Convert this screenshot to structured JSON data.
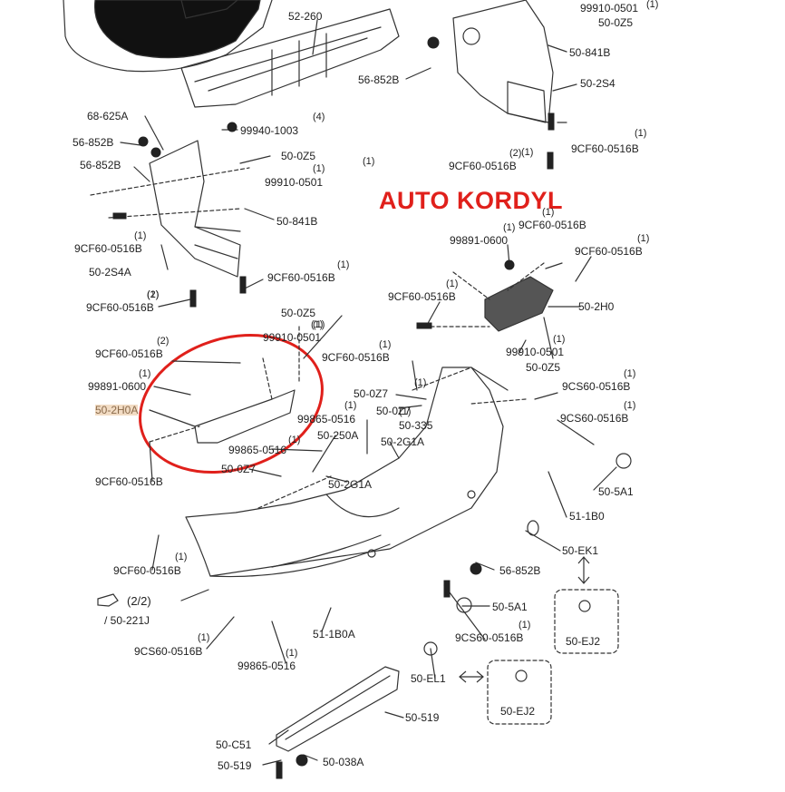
{
  "watermark": "AUTO KORDYL",
  "colors": {
    "line": "#333333",
    "highlight_circle": "#e0201b",
    "watermark": "#e0201b",
    "highlight_bg": "#f2dcc4"
  },
  "labels": [
    {
      "text": "52-260"
    },
    {
      "text": "99910-0501"
    },
    {
      "text": "50-0Z5"
    },
    {
      "text": "50-841B"
    },
    {
      "text": "56-852B"
    },
    {
      "text": "50-2S4"
    },
    {
      "text": "9CF60-0516B"
    },
    {
      "text": "9CF60-0516B"
    },
    {
      "text": "68-625A"
    },
    {
      "text": "56-852B"
    },
    {
      "text": "56-852B"
    },
    {
      "text": "99940-1003"
    },
    {
      "text": "50-0Z5"
    },
    {
      "text": "99910-0501"
    },
    {
      "text": "50-841B"
    },
    {
      "text": "9CF60-0516B"
    },
    {
      "text": "50-2S4A"
    },
    {
      "text": "9CF60-0516B"
    },
    {
      "text": "9CF60-0516B"
    },
    {
      "text": "99891-0600"
    },
    {
      "text": "9CF60-0516B"
    },
    {
      "text": "9CF60-0516B"
    },
    {
      "text": "50-2H0"
    },
    {
      "text": "9CF60-0516B"
    },
    {
      "text": "50-0Z5"
    },
    {
      "text": "99910-0501"
    },
    {
      "text": "9CF60-0516B"
    },
    {
      "text": "9CF60-0516B"
    },
    {
      "text": "99910-0501"
    },
    {
      "text": "50-0Z5"
    },
    {
      "text": "99891-0600"
    },
    {
      "text": "50-2H0A"
    },
    {
      "text": "50-0Z7"
    },
    {
      "text": "50-0Z7"
    },
    {
      "text": "9CS60-0516B"
    },
    {
      "text": "99865-0516"
    },
    {
      "text": "50-335"
    },
    {
      "text": "9CS60-0516B"
    },
    {
      "text": "50-250A"
    },
    {
      "text": "50-2G1A"
    },
    {
      "text": "99865-0516"
    },
    {
      "text": "50-0Z7"
    },
    {
      "text": "50-2G1A"
    },
    {
      "text": "9CF60-0516B"
    },
    {
      "text": "50-5A1"
    },
    {
      "text": "51-1B0"
    },
    {
      "text": "50-EK1"
    },
    {
      "text": "9CF60-0516B"
    },
    {
      "text": "56-852B"
    },
    {
      "text": "(2/2)"
    },
    {
      "text": "/ 50-221J"
    },
    {
      "text": "50-5A1"
    },
    {
      "text": "51-1B0A"
    },
    {
      "text": "9CS60-0516B"
    },
    {
      "text": "9CS60-0516B"
    },
    {
      "text": "50-EJ2"
    },
    {
      "text": "99865-0516"
    },
    {
      "text": "50-EL1"
    },
    {
      "text": "50-EJ2"
    },
    {
      "text": "50-519"
    },
    {
      "text": "50-C51"
    },
    {
      "text": "50-038A"
    },
    {
      "text": "50-519"
    }
  ],
  "quantities": [
    {
      "text": "(1)"
    },
    {
      "text": "(1)"
    },
    {
      "text": "(1)"
    },
    {
      "text": "(2)"
    },
    {
      "text": "(4)"
    },
    {
      "text": "(1)"
    },
    {
      "text": "(1)"
    },
    {
      "text": "(1)"
    },
    {
      "text": "(1)"
    },
    {
      "text": "(2)"
    },
    {
      "text": "(1)"
    },
    {
      "text": "(1)"
    },
    {
      "text": "(1)"
    },
    {
      "text": "(1)"
    },
    {
      "text": "(1)"
    },
    {
      "text": "(1)"
    },
    {
      "text": "(1)"
    },
    {
      "text": "(2)"
    },
    {
      "text": "(1)"
    },
    {
      "text": "(1)"
    },
    {
      "text": "(1)"
    },
    {
      "text": "(1)"
    },
    {
      "text": "(1)"
    },
    {
      "text": "(1)"
    },
    {
      "text": "(1)"
    },
    {
      "text": "(1)"
    },
    {
      "text": "(1)"
    },
    {
      "text": "(1)"
    },
    {
      "text": "(1)"
    },
    {
      "text": "(1)"
    },
    {
      "text": "(1)"
    }
  ]
}
